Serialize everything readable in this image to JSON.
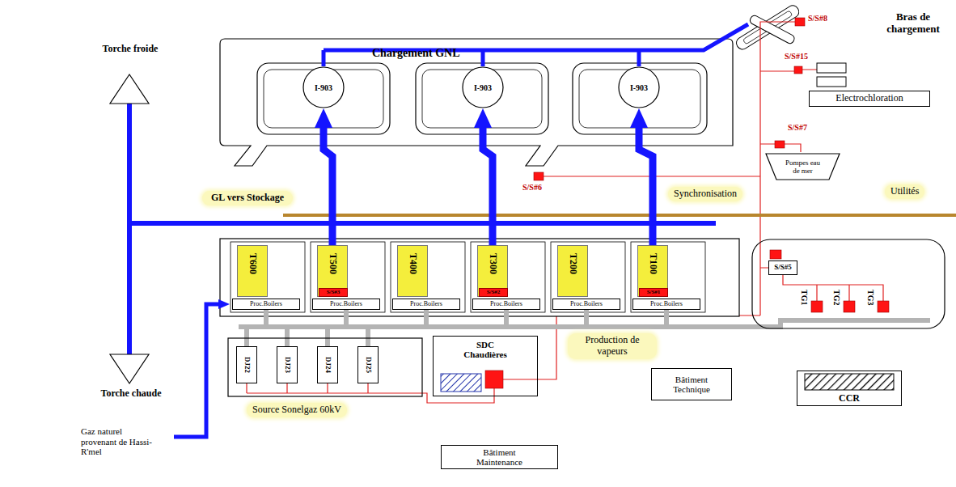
{
  "diagram": {
    "nodes": [
      {
        "text": [
          "Chargement GNL"
        ]
      },
      {
        "text": [
          "I-903"
        ],
        "in": 0
      },
      {
        "text": [
          "I-903"
        ],
        "in": 0
      },
      {
        "text": [
          "I-903"
        ],
        "in": 0
      },
      {
        "text": [
          "Electrochloration"
        ]
      },
      {
        "text": [
          "Pompes eau de mer"
        ]
      },
      {
        "text": [
          "T600"
        ]
      },
      {
        "text": [
          "T500"
        ]
      },
      {
        "text": [
          "S/S#3"
        ],
        "in": 7
      },
      {
        "text": [
          "T400"
        ]
      },
      {
        "text": [
          "T300"
        ]
      },
      {
        "text": [
          "S/S#2"
        ],
        "in": 10
      },
      {
        "text": [
          "T200"
        ]
      },
      {
        "text": [
          "T100"
        ]
      },
      {
        "text": [
          "S/S#1"
        ],
        "in": 13
      },
      {
        "text": [
          "Proc.Boilers"
        ]
      },
      {
        "text": [
          "Proc.Boilers"
        ]
      },
      {
        "text": [
          "Proc.Boilers"
        ]
      },
      {
        "text": [
          "Proc.Boilers"
        ]
      },
      {
        "text": [
          "Proc.Boilers"
        ]
      },
      {
        "text": [
          "Proc.Boilers"
        ]
      },
      {
        "text": [
          "S/S#5"
        ]
      },
      {
        "text": [
          "DJ22"
        ]
      },
      {
        "text": [
          "DJ23"
        ]
      },
      {
        "text": [
          "DJ24"
        ]
      },
      {
        "text": [
          "DJ25"
        ]
      },
      {
        "text": [
          "SDC Chaudières"
        ]
      },
      {
        "text": [
          "Bâtiment Technique"
        ]
      },
      {
        "text": [
          "CCR"
        ]
      },
      {
        "text": [
          "Bâtiment Maintenance"
        ]
      }
    ],
    "edges": [
      {
        "from": 7,
        "to": 1,
        "arrow": "to"
      },
      {
        "from": 10,
        "to": 2,
        "arrow": "to"
      },
      {
        "from": 13,
        "to": 3,
        "arrow": "to"
      }
    ],
    "labels": [
      "Bras de chargement",
      "S/S#8",
      "S/S#15",
      "S/S#7",
      "S/S#6",
      "Synchronisation",
      "Utilités",
      "Torche froide",
      "Torche chaude",
      "GL vers Stockage",
      "Production de vapeurs",
      "Source Sonelgaz 60kV",
      "Gaz naturel provenant de Hassi-R'mel",
      "TG1",
      "TG2",
      "TG3"
    ]
  }
}
